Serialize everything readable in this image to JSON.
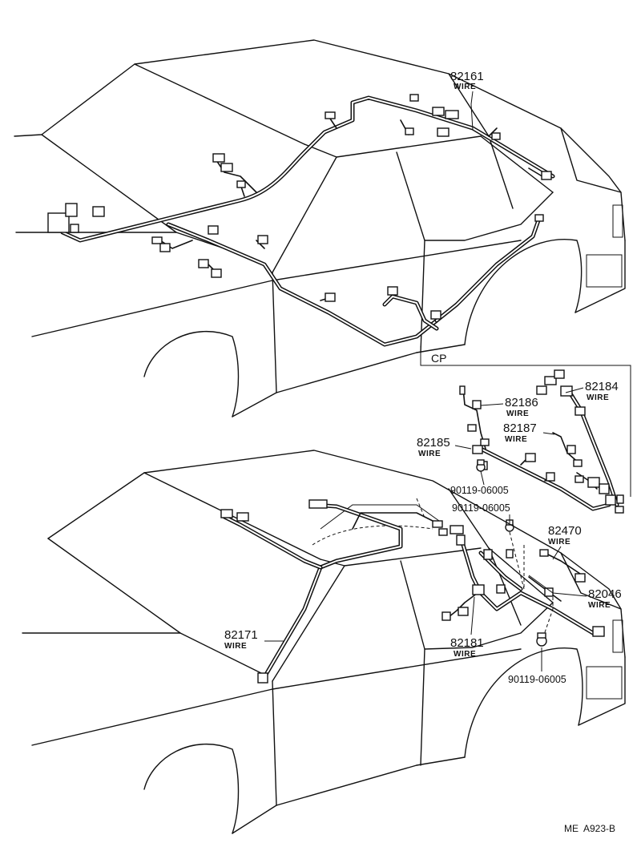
{
  "parts": [
    {
      "number": "82161",
      "desc": "WIRE"
    },
    {
      "number": "82184",
      "desc": "WIRE"
    },
    {
      "number": "82186",
      "desc": "WIRE"
    },
    {
      "number": "82187",
      "desc": "WIRE"
    },
    {
      "number": "82185",
      "desc": "WIRE"
    },
    {
      "number": "82470",
      "desc": "WIRE"
    },
    {
      "number": "82046",
      "desc": "WIRE"
    },
    {
      "number": "82171",
      "desc": "WIRE"
    },
    {
      "number": "82181",
      "desc": "WIRE"
    }
  ],
  "bolts": [
    "90119-06005",
    "90119-06005",
    "90119-06005"
  ],
  "group_label": "CP",
  "reference": "ME  A923-B"
}
